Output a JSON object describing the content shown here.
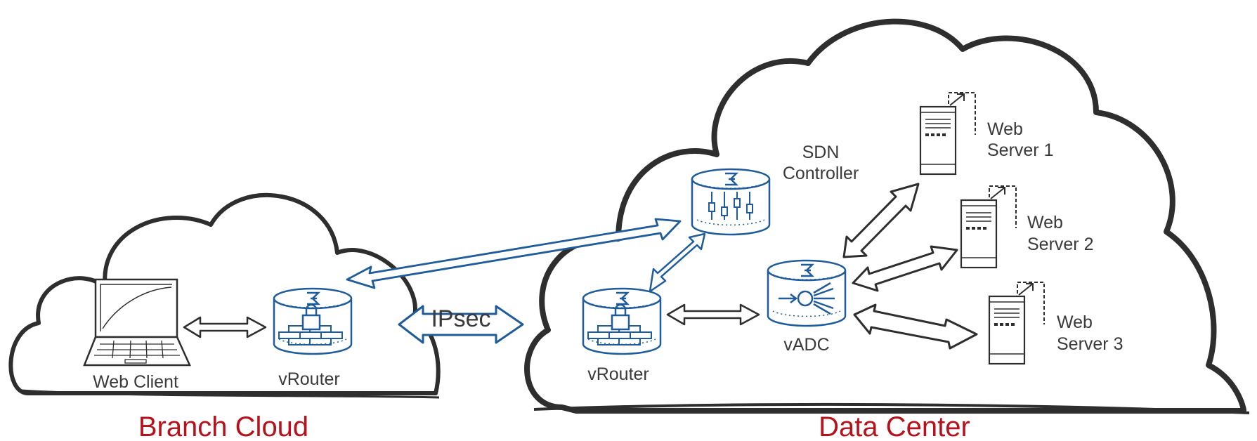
{
  "colors": {
    "accent_red": "#b5121b",
    "accent_blue": "#1f5c99",
    "outline": "#2e2e2e"
  },
  "branch": {
    "title": "Branch Cloud",
    "web_client_label": "Web Client",
    "vrouter_label": "vRouter"
  },
  "datacenter": {
    "title": "Data Center",
    "vrouter_label": "vRouter",
    "sdn_label_line1": "SDN",
    "sdn_label_line2": "Controller",
    "vadc_label": "vADC",
    "servers": [
      {
        "line1": "Web",
        "line2": "Server 1",
        "icon": "server-icon"
      },
      {
        "line1": "Web",
        "line2": "Server 2",
        "icon": "server-icon"
      },
      {
        "line1": "Web",
        "line2": "Server 3",
        "icon": "server-icon"
      }
    ]
  },
  "link": {
    "ipsec_label": "IPsec"
  }
}
